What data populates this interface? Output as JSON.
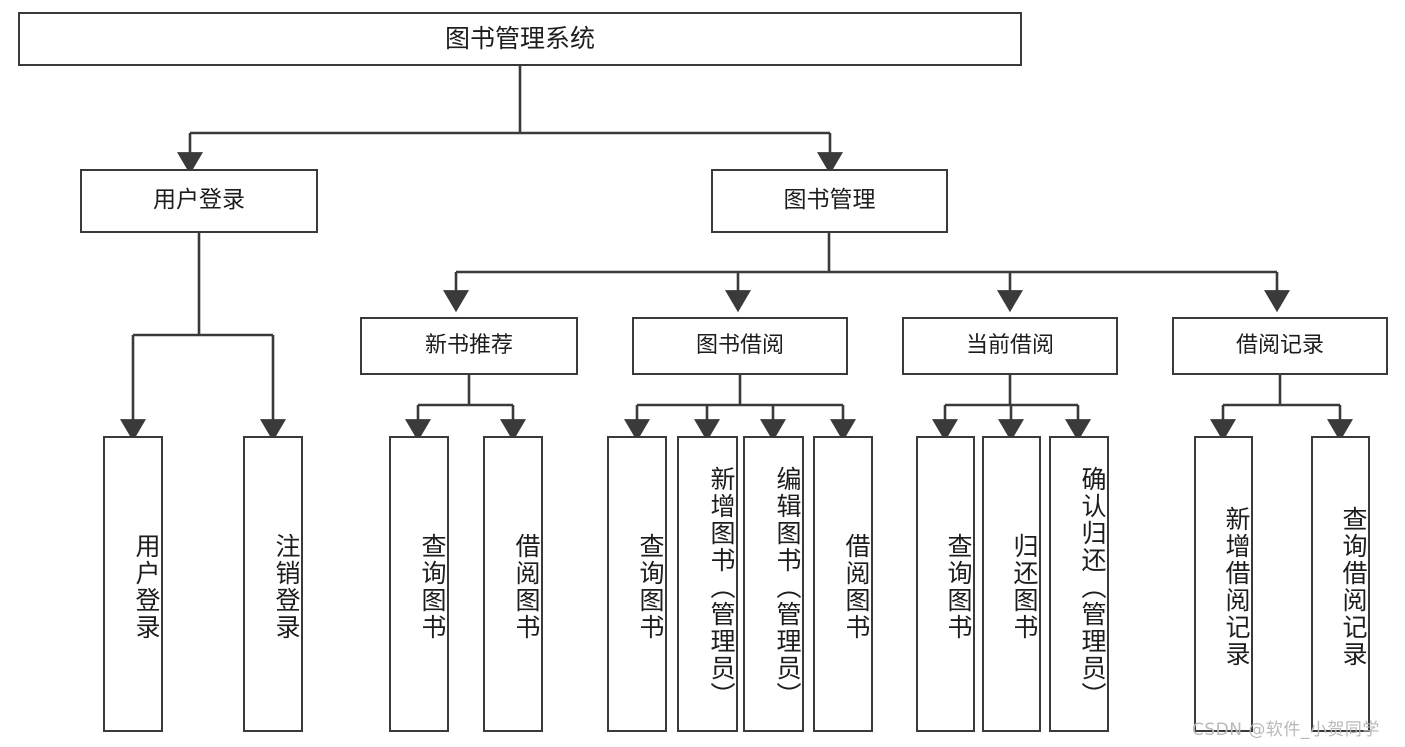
{
  "diagram": {
    "title": "图书管理系统",
    "type": "tree-hierarchy",
    "stroke_color": "#3a3a3a",
    "fill_color": "#ffffff",
    "text_color": "#1d1d1d"
  },
  "nodes": {
    "root": {
      "label": "图书管理系统"
    },
    "level2": [
      {
        "label": "用户登录"
      },
      {
        "label": "图书管理"
      }
    ],
    "level3": [
      {
        "label": "新书推荐"
      },
      {
        "label": "图书借阅"
      },
      {
        "label": "当前借阅"
      },
      {
        "label": "借阅记录"
      }
    ],
    "leaves": {
      "user_login": [
        {
          "label": "用户登录"
        },
        {
          "label": "注销登录"
        }
      ],
      "new_book_recommend": [
        {
          "label": "查询图书"
        },
        {
          "label": "借阅图书"
        }
      ],
      "book_borrow": [
        {
          "label": "查询图书"
        },
        {
          "label": "新增图书（管理员）"
        },
        {
          "label": "编辑图书（管理员）"
        },
        {
          "label": "借阅图书"
        }
      ],
      "current_borrow": [
        {
          "label": "查询图书"
        },
        {
          "label": "归还图书"
        },
        {
          "label": "确认归还（管理员）"
        }
      ],
      "borrow_record": [
        {
          "label": "新增借阅记录"
        },
        {
          "label": "查询借阅记录"
        }
      ]
    }
  },
  "watermark": {
    "text": "CSDN @软件_小贺同学"
  }
}
